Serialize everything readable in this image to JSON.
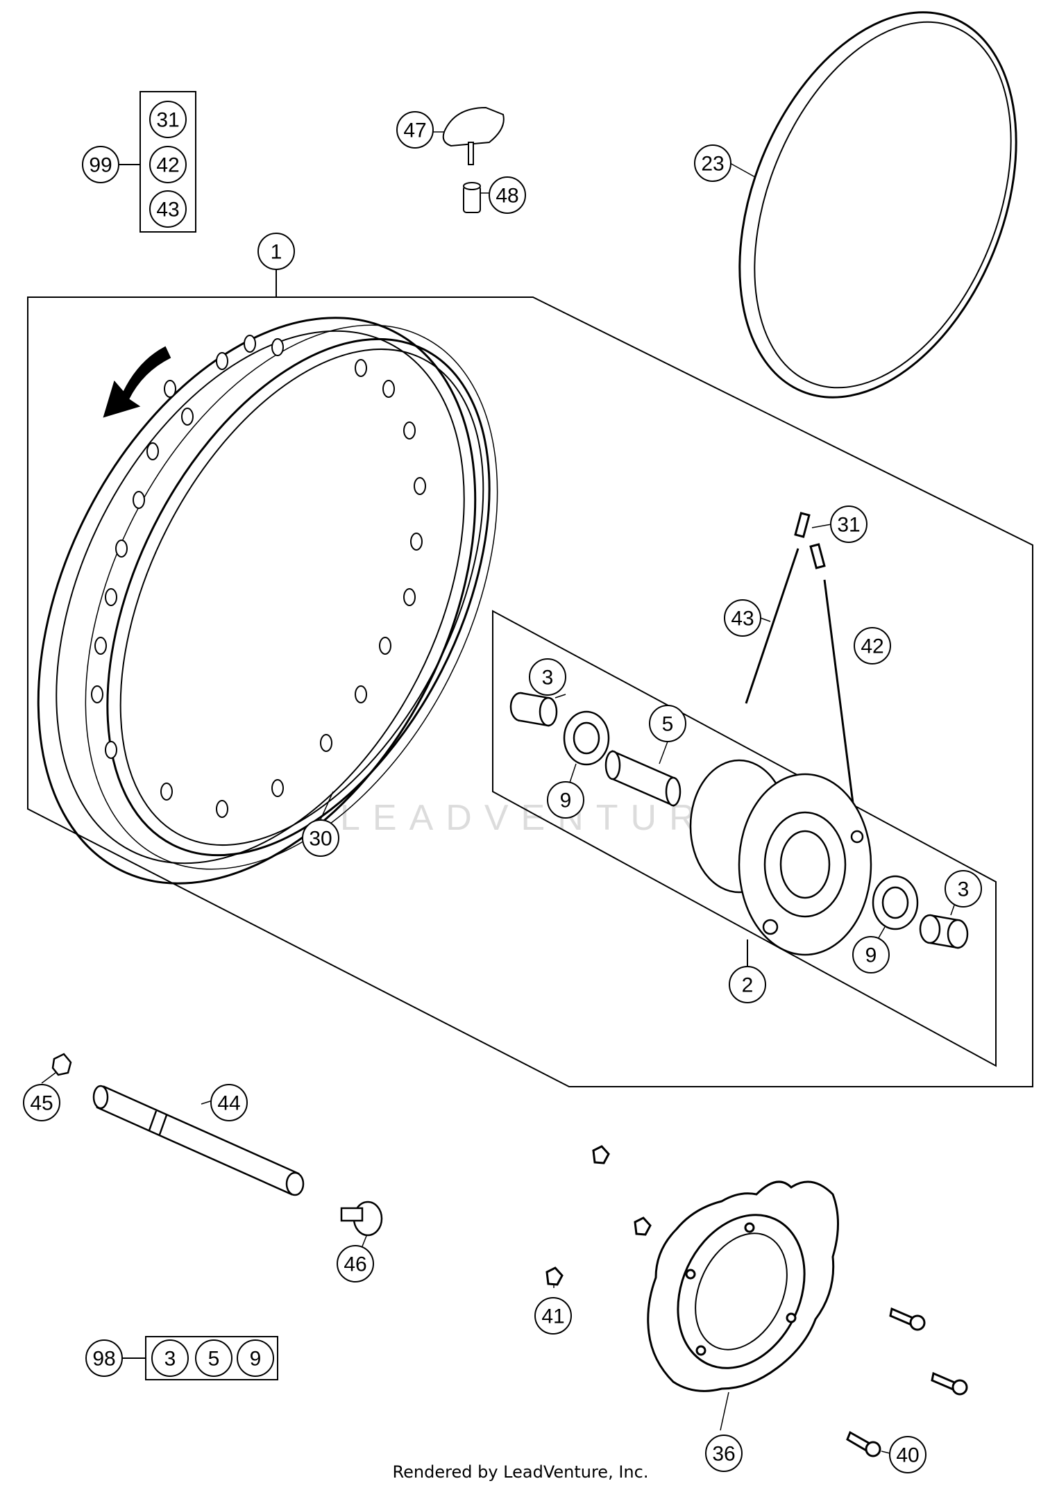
{
  "watermark": "LEADVENTURE",
  "footer": "Rendered by LeadVenture, Inc.",
  "callouts": {
    "c99": "99",
    "c31a": "31",
    "c42a": "42",
    "c43a": "43",
    "c47": "47",
    "c48": "48",
    "c23": "23",
    "c1": "1",
    "c31b": "31",
    "c43b": "43",
    "c42b": "42",
    "c3a": "3",
    "c5": "5",
    "c9a": "9",
    "c30": "30",
    "c3b": "3",
    "c9b": "9",
    "c2": "2",
    "c45": "45",
    "c44": "44",
    "c46": "46",
    "c41": "41",
    "c36": "36",
    "c40": "40",
    "c98": "98",
    "c3k": "3",
    "c5k": "5",
    "c9k": "9"
  }
}
